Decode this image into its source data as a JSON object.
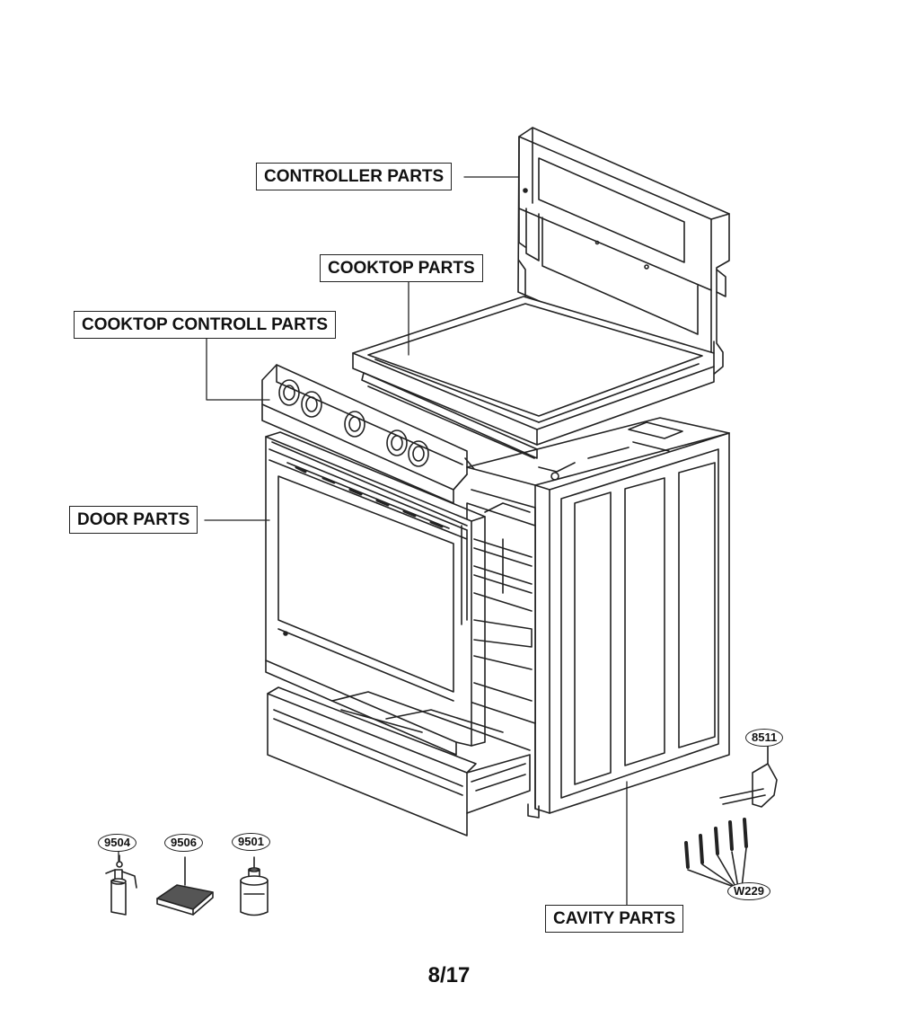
{
  "labels": {
    "controller_parts": "CONTROLLER PARTS",
    "cooktop_parts": "COOKTOP PARTS",
    "cooktop_controll_parts": "COOKTOP CONTROLL PARTS",
    "door_parts": "DOOR PARTS",
    "cavity_parts": "CAVITY PARTS"
  },
  "part_numbers": {
    "p9504": "9504",
    "p9506": "9506",
    "p9501": "9501",
    "p8511": "8511",
    "pw229": "W229"
  },
  "page": "8/17"
}
